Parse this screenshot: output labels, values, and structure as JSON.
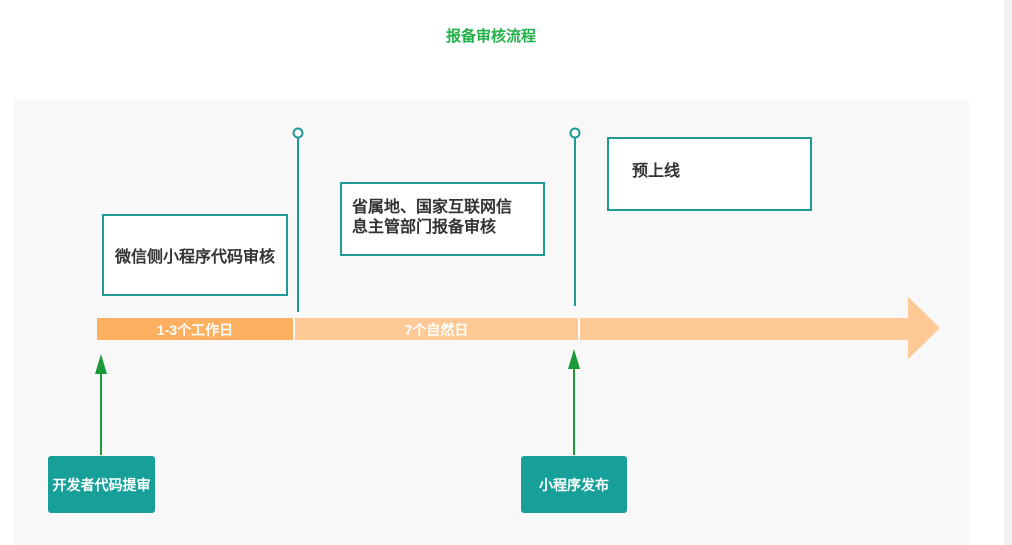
{
  "title": "报备审核流程",
  "colors": {
    "title": "#22b04a",
    "teal": "#1f9a97",
    "button": "#17a09a",
    "segment_dark": "#fdb060",
    "segment_light": "#fec995",
    "up_arrow": "#1a9a3a",
    "panel": "#f8f8f8"
  },
  "stages": [
    {
      "label": "微信侧小程序代码审核"
    },
    {
      "label_line1": "省属地、国家互联网信",
      "label_line2": "息主管部门报备审核"
    },
    {
      "label": "预上线"
    }
  ],
  "durations": [
    {
      "label": "1-3个工作日"
    },
    {
      "label": "7个自然日"
    }
  ],
  "events": [
    {
      "label": "开发者代码提审"
    },
    {
      "label": "小程序发布"
    }
  ]
}
